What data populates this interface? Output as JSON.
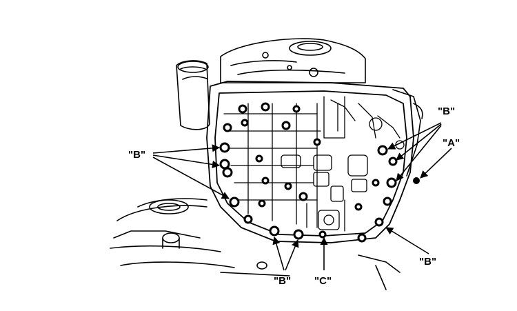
{
  "labels": {
    "b_left": "\"B\"",
    "b_top_right": "\"B\"",
    "a_right": "\"A\"",
    "b_bottom_right": "\"B\"",
    "b_bottom": "\"B\"",
    "c_bottom": "\"C\""
  },
  "colors": {
    "ink": "#000000",
    "paper": "#ffffff"
  }
}
